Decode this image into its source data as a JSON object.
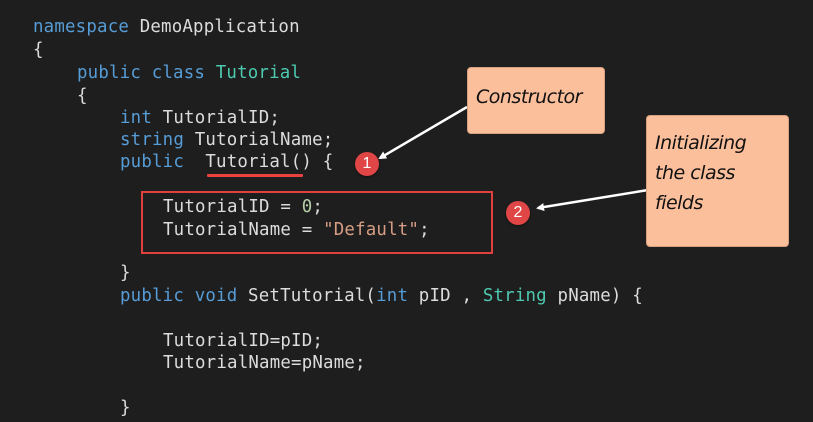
{
  "editor": {
    "background": "#1e1e1e",
    "language": "C#",
    "lines": [
      {
        "indent": 0,
        "tokens": [
          {
            "t": "namespace",
            "c": "kw"
          },
          {
            "t": " DemoApplication",
            "c": "plain"
          }
        ]
      },
      {
        "indent": 0,
        "tokens": [
          {
            "t": "{",
            "c": "plain"
          }
        ]
      },
      {
        "indent": 1,
        "tokens": [
          {
            "t": "public",
            "c": "kw"
          },
          {
            "t": " ",
            "c": "plain"
          },
          {
            "t": "class",
            "c": "kw"
          },
          {
            "t": " ",
            "c": "plain"
          },
          {
            "t": "Tutorial",
            "c": "type"
          }
        ]
      },
      {
        "indent": 1,
        "tokens": [
          {
            "t": "{",
            "c": "plain"
          }
        ]
      },
      {
        "indent": 2,
        "tokens": [
          {
            "t": "int",
            "c": "kw"
          },
          {
            "t": " TutorialID;",
            "c": "plain"
          }
        ]
      },
      {
        "indent": 2,
        "tokens": [
          {
            "t": "string",
            "c": "kw"
          },
          {
            "t": " TutorialName;",
            "c": "plain"
          }
        ]
      },
      {
        "indent": 2,
        "tokens": [
          {
            "t": "public",
            "c": "kw"
          },
          {
            "t": "  Tutorial() {",
            "c": "plain"
          }
        ]
      },
      {
        "indent": 0,
        "tokens": []
      },
      {
        "indent": 3,
        "tokens": [
          {
            "t": "TutorialID = ",
            "c": "plain"
          },
          {
            "t": "0",
            "c": "num"
          },
          {
            "t": ";",
            "c": "plain"
          }
        ]
      },
      {
        "indent": 3,
        "tokens": [
          {
            "t": "TutorialName = ",
            "c": "plain"
          },
          {
            "t": "\"Default\"",
            "c": "str"
          },
          {
            "t": ";",
            "c": "plain"
          }
        ]
      },
      {
        "indent": 0,
        "tokens": []
      },
      {
        "indent": 2,
        "tokens": [
          {
            "t": "}",
            "c": "plain"
          }
        ]
      },
      {
        "indent": 2,
        "tokens": [
          {
            "t": "public",
            "c": "kw"
          },
          {
            "t": " ",
            "c": "plain"
          },
          {
            "t": "void",
            "c": "kw"
          },
          {
            "t": " SetTutorial(",
            "c": "plain"
          },
          {
            "t": "int",
            "c": "kw"
          },
          {
            "t": " pID , ",
            "c": "plain"
          },
          {
            "t": "String",
            "c": "type"
          },
          {
            "t": " pName) {",
            "c": "plain"
          }
        ]
      },
      {
        "indent": 0,
        "tokens": []
      },
      {
        "indent": 3,
        "tokens": [
          {
            "t": "TutorialID=pID;",
            "c": "plain"
          }
        ]
      },
      {
        "indent": 3,
        "tokens": [
          {
            "t": "TutorialName=pName;",
            "c": "plain"
          }
        ]
      },
      {
        "indent": 0,
        "tokens": []
      },
      {
        "indent": 2,
        "tokens": [
          {
            "t": "}",
            "c": "plain"
          }
        ]
      }
    ]
  },
  "annotations": {
    "constructor_callout": {
      "text": "Constructor",
      "badge": "1"
    },
    "fields_callout": {
      "lines": [
        "Initializing",
        "the class",
        "fields"
      ],
      "badge": "2"
    },
    "colors": {
      "callout_fill": "#fcbf9c",
      "badge_fill": "#e04646",
      "highlight_border": "#e0403e",
      "arrow": "#ffffff"
    }
  }
}
